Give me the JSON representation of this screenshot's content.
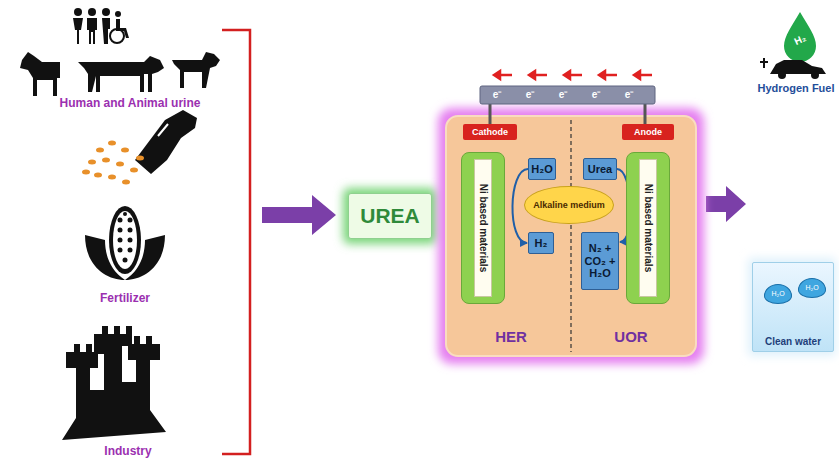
{
  "diagram": {
    "nodes": [
      {
        "text": [
          "UREA"
        ]
      },
      {
        "text": [
          "HER",
          "UOR"
        ]
      },
      {
        "text": [
          "Cathode"
        ],
        "in": 1
      },
      {
        "text": [
          "Anode"
        ],
        "in": 1
      },
      {
        "text": [
          "Ni based materials"
        ],
        "in": 1
      },
      {
        "text": [
          "H₂O"
        ],
        "in": 1
      },
      {
        "text": [
          "Urea"
        ],
        "in": 1
      },
      {
        "text": [
          "Alkaline medium"
        ],
        "in": 1
      },
      {
        "text": [
          "H₂"
        ],
        "in": 1
      },
      {
        "text": [
          "N₂ + CO₂ + H₂O"
        ],
        "in": 1
      },
      {
        "text": [
          "Ni based materials"
        ],
        "in": 1
      },
      {
        "text": [
          "Clean water"
        ]
      }
    ],
    "edges": [
      {
        "from": 5,
        "to": 8,
        "arrow": "to"
      },
      {
        "from": 6,
        "to": 9,
        "arrow": "to"
      }
    ],
    "labels": [
      "Human and Animal urine",
      "Fertilizer",
      "Industry",
      "e⁻",
      "e⁻",
      "e⁻",
      "e⁻",
      "e⁻",
      "Hydrogen Fuel",
      "H₂",
      "H₂O",
      "H₂O"
    ]
  }
}
